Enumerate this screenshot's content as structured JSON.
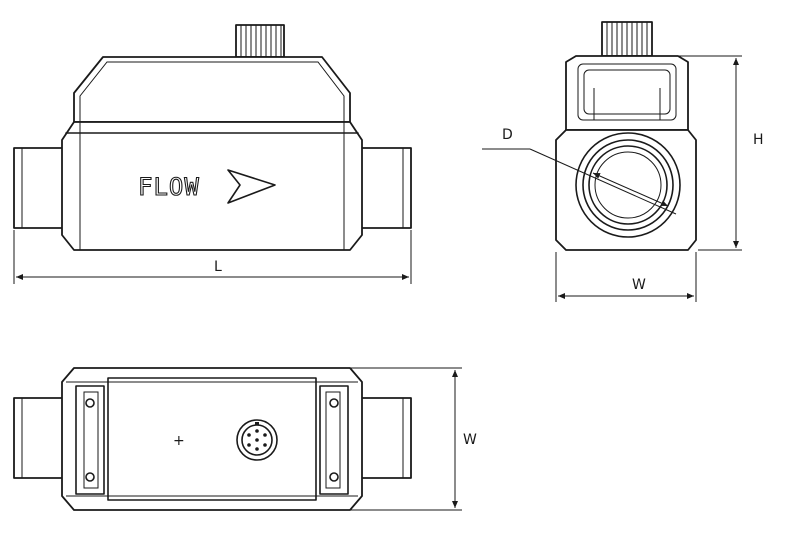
{
  "diagram": {
    "flow_text": "FLOW",
    "dimensions": {
      "length": "L",
      "height": "H",
      "width_end_view": "W",
      "width_top_view": "W",
      "diameter": "D"
    },
    "center_mark": "+"
  }
}
